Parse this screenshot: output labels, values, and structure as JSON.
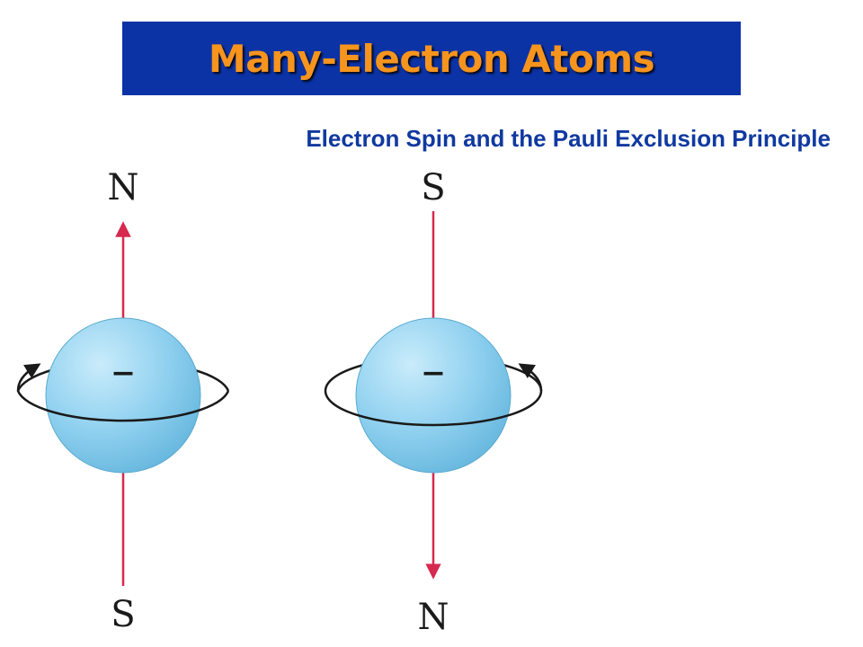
{
  "title": "Many-Electron Atoms",
  "subtitle": "Electron Spin and the Pauli Exclusion Principle",
  "colors": {
    "banner": "#0b33a6",
    "title_text": "#f7941d",
    "subtitle_text": "#1039a0",
    "field_arrow": "#d6294e",
    "sphere": "#8fd0ef",
    "sphere_edge": "#5aa9cf",
    "spin_arrow": "#1a1a1a"
  },
  "electrons": [
    {
      "top_pole": "N",
      "bottom_pole": "S",
      "charge": "–",
      "spin": "counterclockwise"
    },
    {
      "top_pole": "S",
      "bottom_pole": "N",
      "charge": "–",
      "spin": "clockwise"
    }
  ]
}
